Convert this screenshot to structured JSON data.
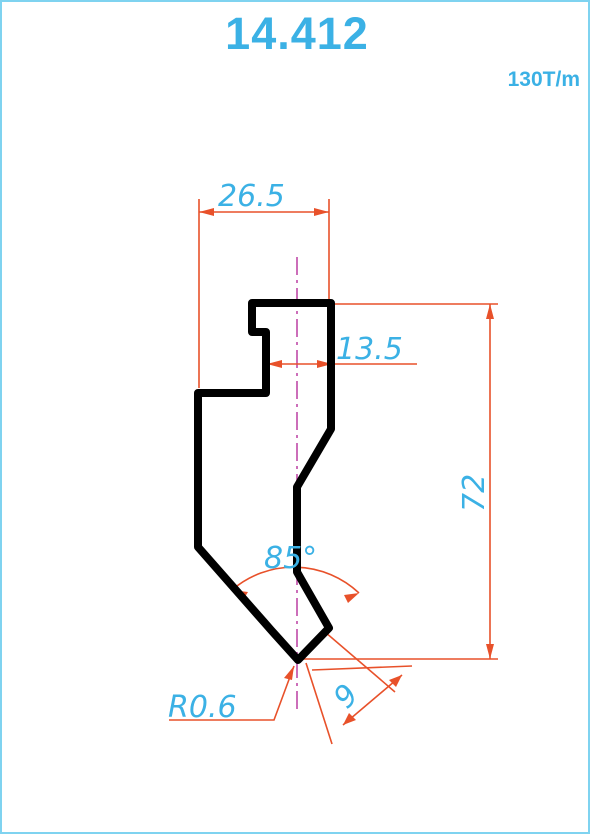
{
  "tool": {
    "code": "14.412",
    "capacity": "130T/m"
  },
  "dimensions": {
    "width_top": "26.5",
    "offset": "13.5",
    "height": "72",
    "angle": "85°",
    "radius": "R0.6",
    "tip": "9"
  },
  "colors": {
    "frame": "#7fd3f0",
    "text": "#3bb1e5",
    "dimension_line": "#e8512a",
    "profile": "#000000",
    "centerline": "#c04aa8"
  }
}
